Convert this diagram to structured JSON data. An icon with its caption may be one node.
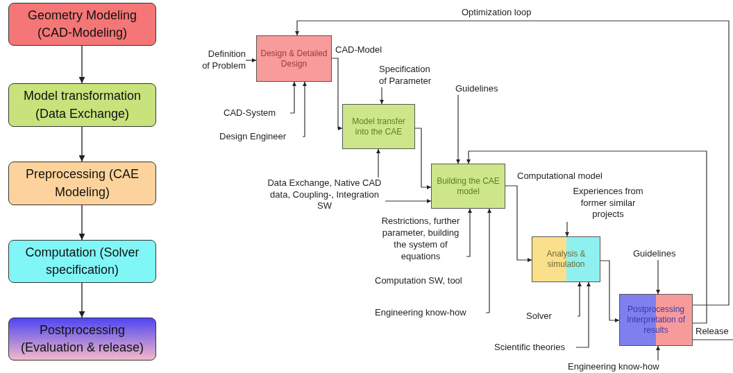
{
  "diagram": {
    "nodes": [
      {
        "text": [
          "Geometry Modeling (CAD-Modeling)"
        ]
      },
      {
        "text": [
          "Model transformation (Data Exchange)"
        ]
      },
      {
        "text": [
          "Preprocessing (CAE Modeling)"
        ]
      },
      {
        "text": [
          "Computation (Solver specification)"
        ]
      },
      {
        "text": [
          "Postprocessing (Evaluation & release)"
        ]
      },
      {
        "text": [
          "Design & Detailed Design"
        ]
      },
      {
        "text": [
          "Model transfer into the CAE"
        ]
      },
      {
        "text": [
          "Building the CAE model"
        ]
      },
      {
        "text": [
          "Analysis & simulation"
        ]
      },
      {
        "text": [
          "Postprocessing Interpretation of results"
        ]
      },
      {
        "text": [
          "Definition of Problem"
        ]
      },
      {
        "text": [
          "CAD-System"
        ]
      },
      {
        "text": [
          "Design Engineer"
        ]
      },
      {
        "text": [
          "Specification of Parameter"
        ]
      },
      {
        "text": [
          "Data Exchange, Native CAD data, Coupling-, Integration SW"
        ]
      },
      {
        "text": [
          "Guidelines"
        ]
      },
      {
        "text": [
          "Restrictions, further parameter, building the system of equations"
        ]
      },
      {
        "text": [
          "Engineering know-how"
        ]
      },
      {
        "text": [
          "Experiences from former similar projects"
        ]
      },
      {
        "text": [
          "Solver"
        ]
      },
      {
        "text": [
          "Scientific theories"
        ]
      },
      {
        "text": [
          "Guidelines"
        ]
      },
      {
        "text": [
          "Engineering know-how"
        ]
      }
    ],
    "edges": [
      {
        "from": 0,
        "to": 1,
        "arrow": "to"
      },
      {
        "from": 1,
        "to": 2,
        "arrow": "to"
      },
      {
        "from": 2,
        "to": 3,
        "arrow": "to"
      },
      {
        "from": 3,
        "to": 4,
        "arrow": "to"
      },
      {
        "from": 10,
        "to": 5,
        "arrow": "to"
      },
      {
        "from": 11,
        "to": 5,
        "arrow": "to"
      },
      {
        "from": 12,
        "to": 5,
        "arrow": "to"
      },
      {
        "from": 5,
        "to": 6,
        "arrow": "to",
        "label": "CAD-Model"
      },
      {
        "from": 13,
        "to": 6,
        "arrow": "to"
      },
      {
        "from": 14,
        "to": 6,
        "arrow": "to"
      },
      {
        "from": 6,
        "to": 7,
        "arrow": "to"
      },
      {
        "from": 14,
        "to": 7,
        "arrow": "to"
      },
      {
        "from": 15,
        "to": 7,
        "arrow": "to"
      },
      {
        "from": 16,
        "to": 7,
        "arrow": "to"
      },
      {
        "from": 17,
        "to": 7,
        "arrow": "to"
      },
      {
        "from": 7,
        "to": 8,
        "arrow": "to",
        "label": "Computational model"
      },
      {
        "from": 18,
        "to": 8,
        "arrow": "to"
      },
      {
        "from": 19,
        "to": 8,
        "arrow": "to"
      },
      {
        "from": 20,
        "to": 8,
        "arrow": "to"
      },
      {
        "from": 8,
        "to": 9,
        "arrow": "to"
      },
      {
        "from": 21,
        "to": 9,
        "arrow": "to"
      },
      {
        "from": 22,
        "to": 9,
        "arrow": "to"
      },
      {
        "from": 9,
        "to": 5,
        "arrow": "to",
        "label": "Optimization loop"
      },
      {
        "from": 9,
        "to": 7,
        "arrow": "to"
      },
      {
        "from": 9,
        "to": null,
        "arrow": "none",
        "label": "Release"
      }
    ],
    "labels": [
      "Computation SW, tool"
    ]
  }
}
